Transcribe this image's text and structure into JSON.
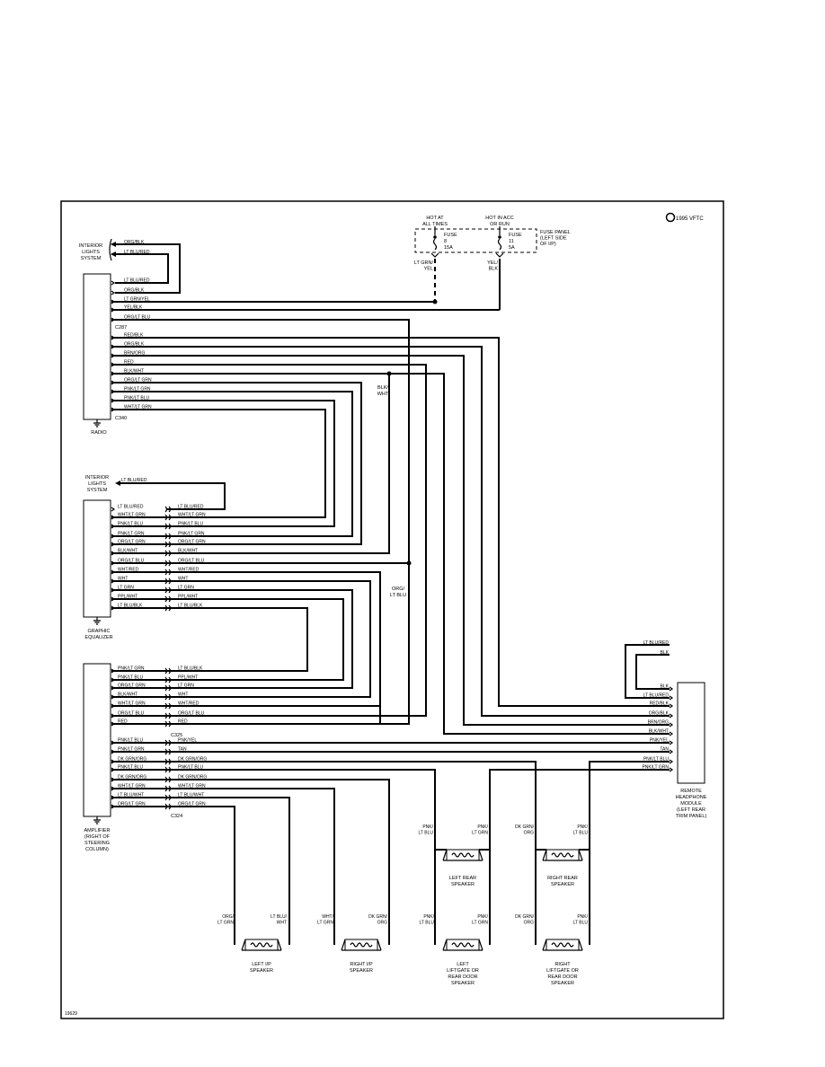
{
  "copyright": "1995 VFTC",
  "figure_id": "19629",
  "fuse_panel": {
    "hot_at_all_times": [
      "HOT AT",
      "ALL TIMES"
    ],
    "hot_in_acc": [
      "HOT IN ACC",
      "OR RUN"
    ],
    "fuse8": [
      "FUSE",
      "8",
      "15A"
    ],
    "fuse11": [
      "FUSE",
      "11",
      "5A"
    ],
    "label": [
      "FUSE PANEL",
      "(LEFT SIDE",
      "OF I/P)"
    ],
    "wire1": [
      "LT GRN/",
      "YEL"
    ],
    "wire2": [
      "YEL/",
      "BLK"
    ]
  },
  "interior_lights_1": [
    "INTERIOR",
    "LIGHTS",
    "SYSTEM"
  ],
  "interior_lights_1_wires": [
    "ORG/BLK",
    "LT BLU/RED"
  ],
  "radio": {
    "label": "RADIO",
    "conn1": "C287",
    "conn2": "C340",
    "wires": [
      "LT BLU/RED",
      "ORG/BLK",
      "LT GRN/YEL",
      "YEL/BLK",
      "ORG/LT BLU",
      "RED/BLK",
      "ORG/BLK",
      "BRN/ORG",
      "RED",
      "BLK/WHT",
      "ORG/LT GRN",
      "PNK/LT GRN",
      "PNK/LT BLU",
      "WHT/LT GRN"
    ]
  },
  "splice_blk_wht": [
    "BLK/",
    "WHT"
  ],
  "interior_lights_2": [
    "INTERIOR",
    "LIGHTS",
    "SYSTEM"
  ],
  "interior_lights_2_wire": "LT BLU/RED",
  "equalizer": {
    "label": [
      "GRAPHIC",
      "EQUALIZER"
    ],
    "left_wires": [
      "LT BLU/RED",
      "WHT/LT GRN",
      "PNK/LT BLU",
      "PNK/LT GRN",
      "ORG/LT GRN",
      "BLK/WHT",
      "ORG/LT BLU",
      "WHT/RED",
      "WHT",
      "LT GRN",
      "PPL/WHT",
      "LT BLU/BLK"
    ],
    "right_wires": [
      "LT BLU/RED",
      "WHT/LT GRN",
      "PNK/LT BLU",
      "PNK/LT GRN",
      "ORG/LT GRN",
      "BLK/WHT",
      "ORG/LT BLU",
      "WHT/RED",
      "WHT",
      "LT GRN",
      "PPL/WHT",
      "LT BLU/BLK"
    ]
  },
  "splice_org_ltblu": [
    "ORG/",
    "LT BLU"
  ],
  "amplifier": {
    "label": [
      "AMPLIFIER",
      "(RIGHT OF",
      "STEERING",
      "COLUMN)"
    ],
    "conn1": "C325",
    "conn2": "C324",
    "left_wires": [
      "PNK/LT GRN",
      "PNK/LT BLU",
      "ORG/LT GRN",
      "BLK/WHT",
      "WHT/LT GRN",
      "ORG/LT BLU",
      "RED",
      "PNK/LT BLU",
      "PNK/LT GRN",
      "DK GRN/ORG",
      "PNK/LT BLU",
      "DK GRN/ORG",
      "WHT/LT GRN",
      "LT BLU/WHT",
      "ORG/LT GRN"
    ],
    "right_wires": [
      "LT BLU/BLK",
      "PPL/WHT",
      "LT GRN",
      "WHT",
      "WHT/RED",
      "ORG/LT BLU",
      "RED",
      "PNK/YEL",
      "TAN",
      "DK GRN/ORG",
      "PNK/LT BLU",
      "DK GRN/ORG",
      "WHT/LT GRN",
      "LT BLU/WHT",
      "ORG/LT GRN"
    ]
  },
  "headphone_module": {
    "label": [
      "REMOTE",
      "HEADPHONE",
      "MODULE",
      "(LEFT REAR",
      "TRIM PANEL)"
    ],
    "top_wires": [
      "LT BLU/RED",
      "BLK"
    ],
    "wires": [
      "BLK",
      "LT BLU/RED",
      "RED/BLK",
      "ORG/BLK",
      "BRN/ORG",
      "BLK/WHT",
      "PNK/YEL",
      "TAN",
      "PNK/LT BLU",
      "PNK/LT GRN"
    ]
  },
  "speakers": {
    "left_rear": {
      "label": [
        "LEFT REAR",
        "SPEAKER"
      ],
      "wl": [
        "PNK/",
        "LT BLU"
      ],
      "wr": [
        "PNK/",
        "LT GRN"
      ]
    },
    "right_rear": {
      "label": [
        "RIGHT REAR",
        "SPEAKER"
      ],
      "wl": [
        "DK GRN/",
        "ORG"
      ],
      "wr": [
        "PNK/",
        "LT BLU"
      ]
    },
    "left_ip": {
      "label": [
        "LEFT I/P",
        "SPEAKER"
      ],
      "wl": [
        "ORG/",
        "LT GRN"
      ],
      "wr": [
        "LT BLU/",
        "WHT"
      ]
    },
    "right_ip": {
      "label": [
        "RIGHT I/P",
        "SPEAKER"
      ],
      "wl": [
        "WHT/",
        "LT GRN"
      ],
      "wr": [
        "DK GRN/",
        "ORG"
      ]
    },
    "left_liftgate": {
      "label": [
        "LEFT",
        "LIFTGATE OR",
        "REAR DOOR",
        "SPEAKER"
      ],
      "wl": [
        "PNK/",
        "LT BLU"
      ],
      "wr": [
        "PNK/",
        "LT GRN"
      ]
    },
    "right_liftgate": {
      "label": [
        "RIGHT",
        "LIFTGATE OR",
        "REAR DOOR",
        "SPEAKER"
      ],
      "wl": [
        "DK GRN/",
        "ORG"
      ],
      "wr": [
        "PNK/",
        "LT BLU"
      ]
    }
  }
}
